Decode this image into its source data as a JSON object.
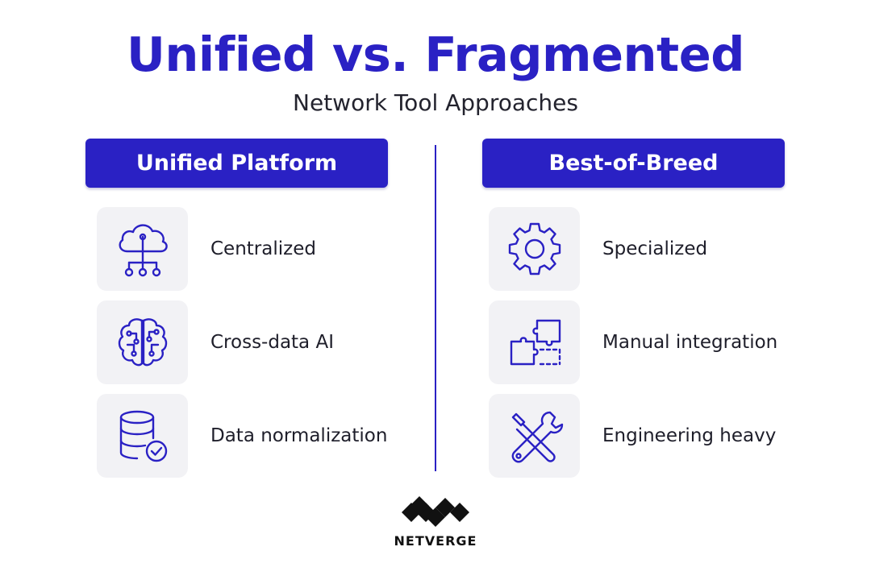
{
  "title": "Unified vs. Fragmented",
  "subtitle": "Network Tool Approaches",
  "left": {
    "header": "Unified Platform",
    "items": [
      {
        "label": "Centralized",
        "icon": "cloud-network-icon"
      },
      {
        "label": "Cross-data AI",
        "icon": "brain-circuit-icon"
      },
      {
        "label": "Data normalization",
        "icon": "database-check-icon"
      }
    ]
  },
  "right": {
    "header": "Best-of-Breed",
    "items": [
      {
        "label": "Specialized",
        "icon": "gear-icon"
      },
      {
        "label": "Manual integration",
        "icon": "puzzle-icon"
      },
      {
        "label": "Engineering heavy",
        "icon": "wrench-screwdriver-icon"
      }
    ]
  },
  "brand": {
    "name": "NETVERGE",
    "logo": "diamond-logo-icon"
  },
  "colors": {
    "accent": "#2a21c4",
    "tile": "#f2f2f5",
    "text": "#1e1e2a"
  }
}
